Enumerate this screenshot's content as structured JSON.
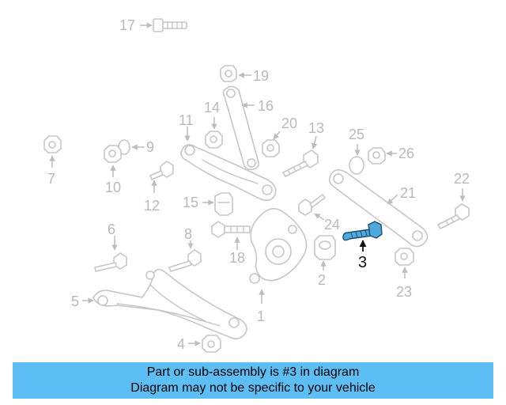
{
  "diagram": {
    "callouts": [
      "17",
      "19",
      "16",
      "14",
      "11",
      "20",
      "13",
      "25",
      "26",
      "9",
      "7",
      "10",
      "12",
      "15",
      "22",
      "21",
      "24",
      "6",
      "8",
      "18",
      "3",
      "2",
      "23",
      "5",
      "1",
      "4"
    ],
    "highlighted_part": "3"
  },
  "banner": {
    "line1": "Part or sub-assembly is #3 in diagram",
    "line2": "Diagram may not be specific to your vehicle"
  },
  "colors": {
    "highlight_fill": "#4fa9dc",
    "banner_background": "#5cbef5",
    "line_art": "#c6c6c6"
  }
}
